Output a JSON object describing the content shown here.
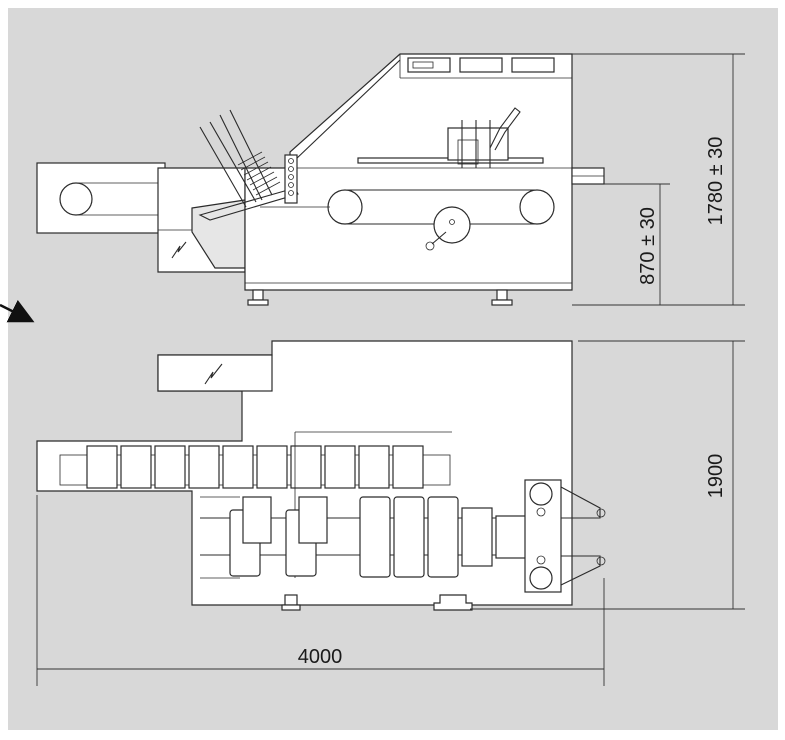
{
  "colors": {
    "background": "#d8d8d8",
    "machine_fill": "#ffffff",
    "shaded_fill": "#e6e6e6",
    "line": "#2b2b2b"
  },
  "dimensions": {
    "total_height": "1780 ± 30",
    "working_height": "870 ± 30",
    "depth": "1900",
    "length": "4000"
  },
  "icons": {
    "lightning": "lightning-icon",
    "arrow": "arrow-icon"
  }
}
